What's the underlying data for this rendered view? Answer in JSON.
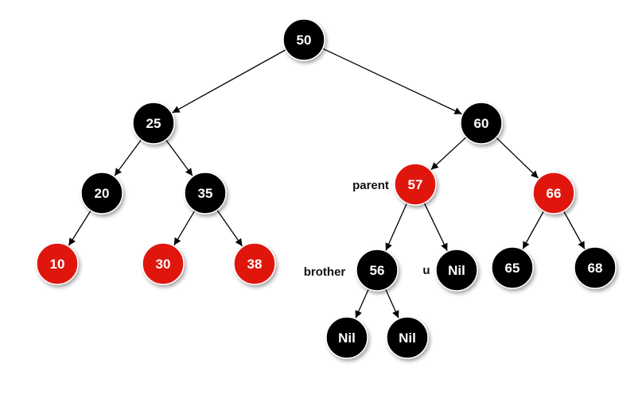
{
  "colors": {
    "black_node": "#000000",
    "red_node": "#e0120b",
    "node_text": "#ffffff",
    "edge": "#000000",
    "label": "#111111"
  },
  "nodes": [
    {
      "id": "n50",
      "label": "50",
      "color": "black"
    },
    {
      "id": "n25",
      "label": "25",
      "color": "black"
    },
    {
      "id": "n60",
      "label": "60",
      "color": "black"
    },
    {
      "id": "n20",
      "label": "20",
      "color": "black"
    },
    {
      "id": "n35",
      "label": "35",
      "color": "black"
    },
    {
      "id": "n57",
      "label": "57",
      "color": "red"
    },
    {
      "id": "n66",
      "label": "66",
      "color": "red"
    },
    {
      "id": "n10",
      "label": "10",
      "color": "red"
    },
    {
      "id": "n30",
      "label": "30",
      "color": "red"
    },
    {
      "id": "n38",
      "label": "38",
      "color": "red"
    },
    {
      "id": "n56",
      "label": "56",
      "color": "black"
    },
    {
      "id": "nilU",
      "label": "Nil",
      "color": "black"
    },
    {
      "id": "n65",
      "label": "65",
      "color": "black"
    },
    {
      "id": "n68",
      "label": "68",
      "color": "black"
    },
    {
      "id": "nilL",
      "label": "Nil",
      "color": "black"
    },
    {
      "id": "nilR",
      "label": "Nil",
      "color": "black"
    }
  ],
  "edges": [
    [
      "n50",
      "n25"
    ],
    [
      "n50",
      "n60"
    ],
    [
      "n25",
      "n20"
    ],
    [
      "n25",
      "n35"
    ],
    [
      "n60",
      "n57"
    ],
    [
      "n60",
      "n66"
    ],
    [
      "n20",
      "n10"
    ],
    [
      "n35",
      "n30"
    ],
    [
      "n35",
      "n38"
    ],
    [
      "n57",
      "n56"
    ],
    [
      "n57",
      "nilU"
    ],
    [
      "n66",
      "n65"
    ],
    [
      "n66",
      "n68"
    ],
    [
      "n56",
      "nilL"
    ],
    [
      "n56",
      "nilR"
    ]
  ],
  "annotations": [
    {
      "id": "parent",
      "text": "parent",
      "target": "n57"
    },
    {
      "id": "brother",
      "text": "brother",
      "target": "n56"
    },
    {
      "id": "u",
      "text": "u",
      "target": "nilU"
    }
  ]
}
